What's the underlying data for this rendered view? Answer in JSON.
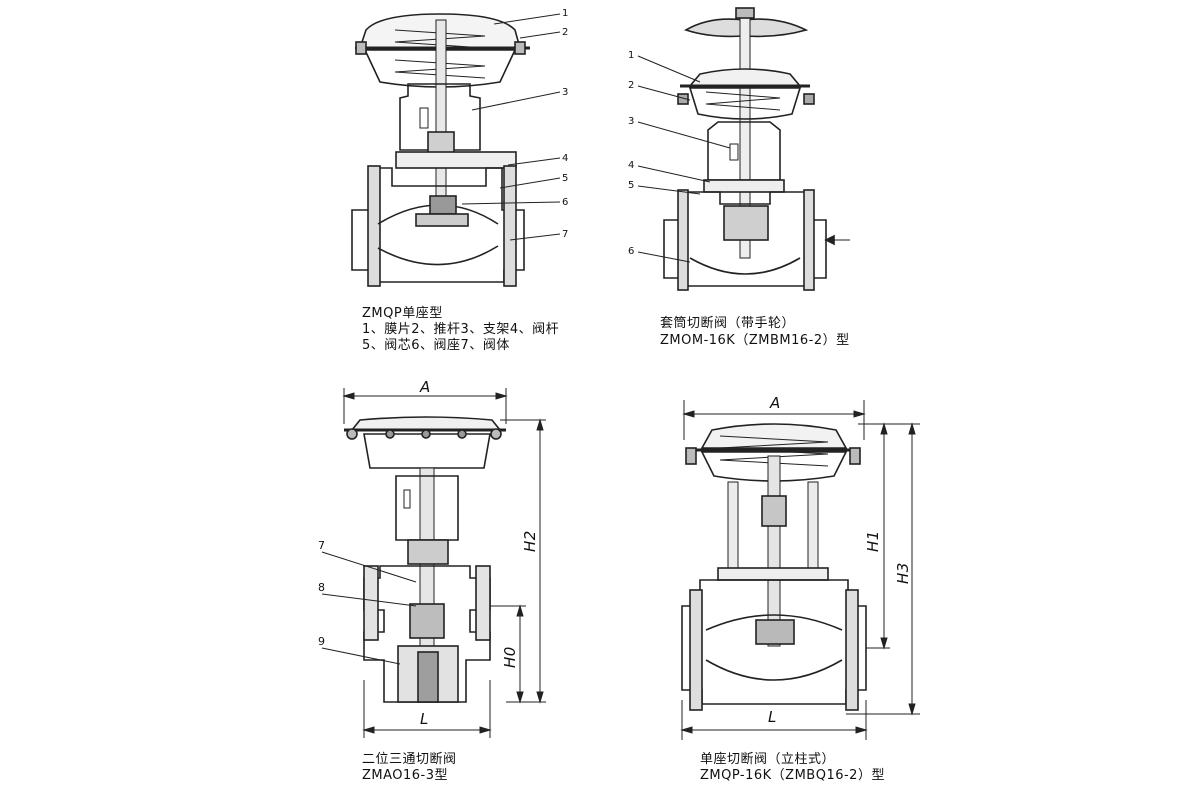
{
  "fig1": {
    "caption_title": "ZMQP单座型",
    "caption_line2": "1、膜片2、推杆3、支架4、阀杆",
    "caption_line3": "5、阀芯6、阀座7、阀体",
    "callouts": [
      "1",
      "2",
      "3",
      "4",
      "5",
      "6",
      "7"
    ]
  },
  "fig2": {
    "caption_title": "套筒切断阀（带手轮）",
    "caption_model": "ZMOM-16K（ZMBM16-2）型",
    "callouts": [
      "1",
      "2",
      "3",
      "4",
      "5",
      "6"
    ]
  },
  "fig3": {
    "caption_title": "二位三通切断阀",
    "caption_model": "ZMAO16-3型",
    "dim_a": "A",
    "dim_h2": "H2",
    "dim_h0": "H0",
    "dim_l": "L",
    "callouts": [
      "7",
      "8",
      "9"
    ]
  },
  "fig4": {
    "caption_title": "单座切断阀（立柱式）",
    "caption_model": "ZMQP-16K（ZMBQ16-2）型",
    "dim_a": "A",
    "dim_h1": "H1",
    "dim_h3": "H3",
    "dim_l": "L"
  }
}
